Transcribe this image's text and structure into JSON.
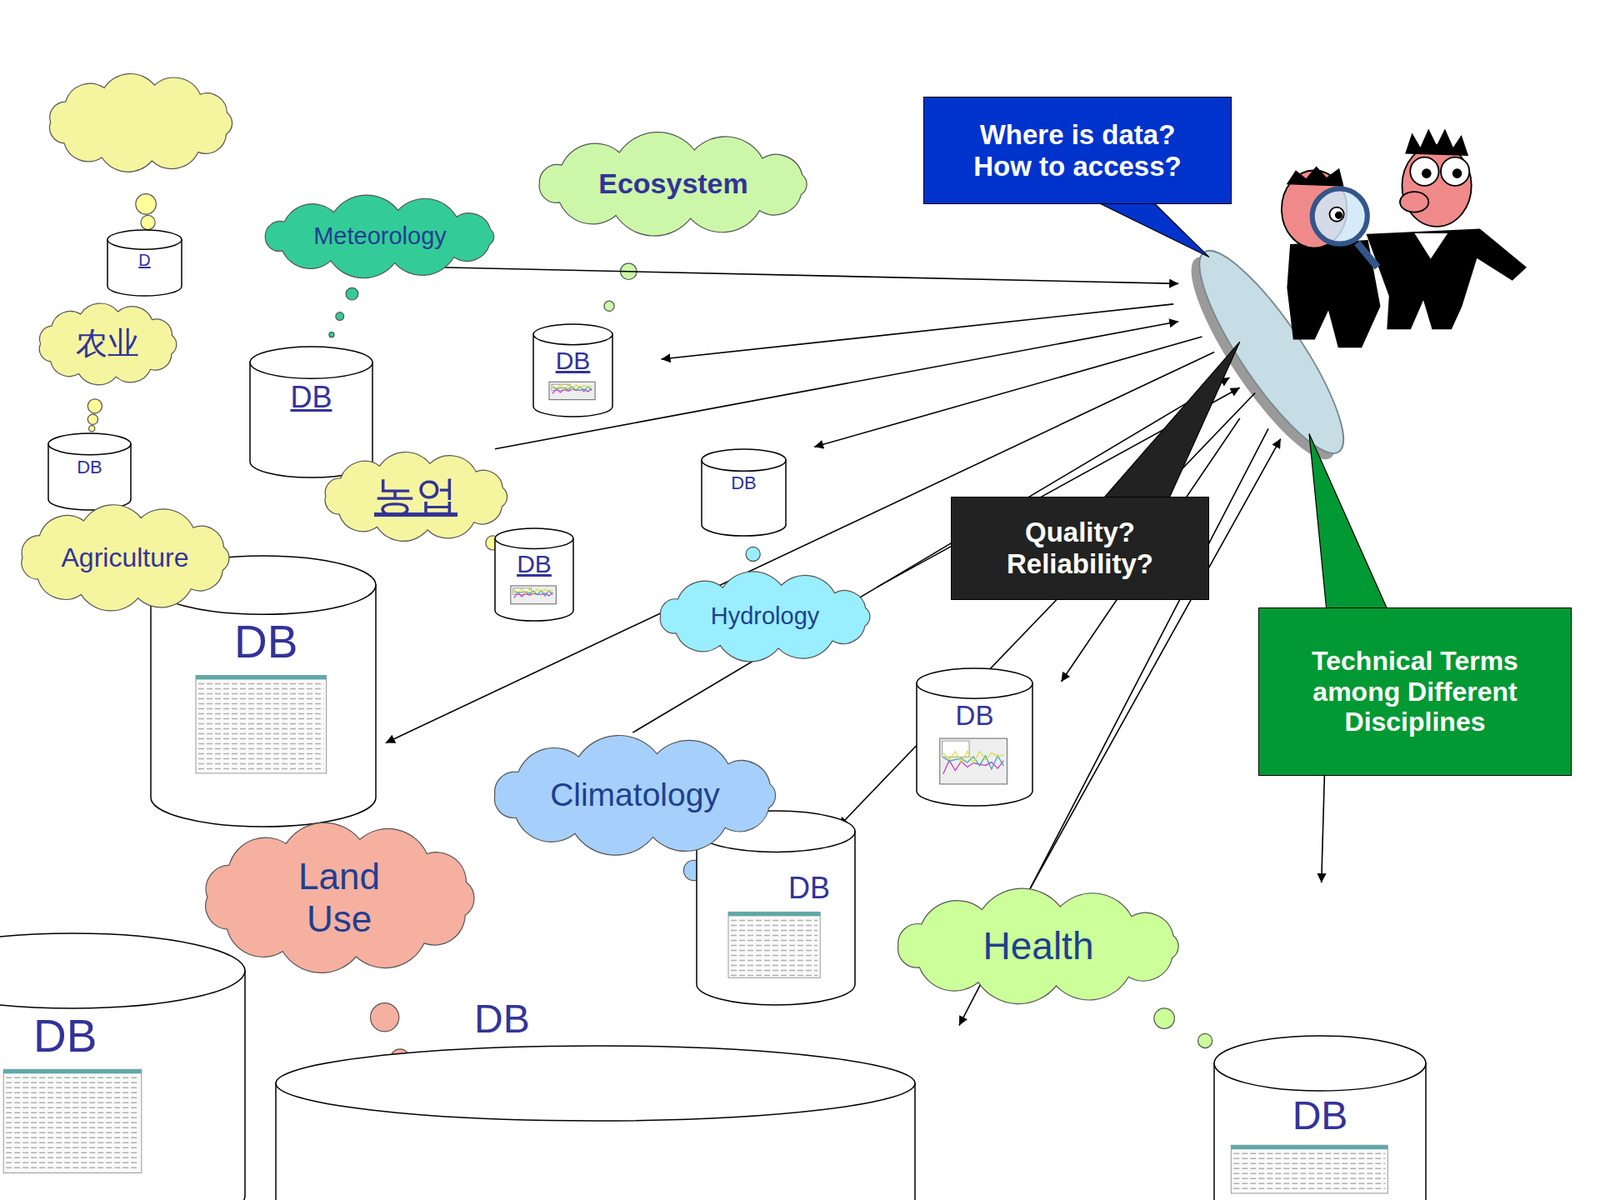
{
  "diagram": {
    "nodes": [
      {
        "text": [
          "Where is data? How to access?"
        ]
      },
      {
        "text": [
          "Ecosystem"
        ]
      },
      {
        "text": [
          "Meteorology"
        ]
      },
      {
        "text": [
          "D"
        ]
      },
      {
        "text": [
          "农业"
        ]
      },
      {
        "text": [
          "DB"
        ]
      },
      {
        "text": [
          "DB"
        ]
      },
      {
        "text": [
          "DB"
        ]
      },
      {
        "text": [
          "농업"
        ]
      },
      {
        "text": [
          "DB"
        ]
      },
      {
        "text": [
          "DB"
        ]
      },
      {
        "text": [
          "Agriculture"
        ]
      },
      {
        "text": [
          "DB"
        ]
      },
      {
        "text": [
          "Quality? Reliability?"
        ]
      },
      {
        "text": [
          "Hydrology"
        ]
      },
      {
        "text": [
          "Technical Terms among Different Disciplines"
        ]
      },
      {
        "text": [
          "DB"
        ]
      },
      {
        "text": [
          "Climatology"
        ]
      },
      {
        "text": [
          "Land Use"
        ]
      },
      {
        "text": [
          "DB"
        ]
      },
      {
        "text": [
          "Health"
        ]
      },
      {
        "text": [
          "DB"
        ]
      },
      {
        "text": [
          "DB"
        ]
      },
      {
        "text": [
          "DB"
        ]
      }
    ]
  }
}
